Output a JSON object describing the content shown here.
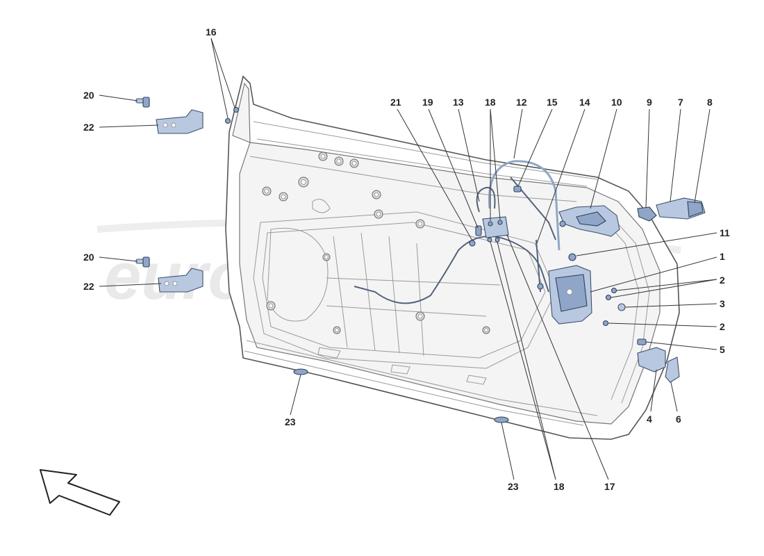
{
  "callouts": [
    {
      "id": "c16",
      "label": "16"
    },
    {
      "id": "c20a",
      "label": "20"
    },
    {
      "id": "c22a",
      "label": "22"
    },
    {
      "id": "c20b",
      "label": "20"
    },
    {
      "id": "c22b",
      "label": "22"
    },
    {
      "id": "c21",
      "label": "21"
    },
    {
      "id": "c19",
      "label": "19"
    },
    {
      "id": "c13",
      "label": "13"
    },
    {
      "id": "c18a",
      "label": "18"
    },
    {
      "id": "c12",
      "label": "12"
    },
    {
      "id": "c15",
      "label": "15"
    },
    {
      "id": "c14",
      "label": "14"
    },
    {
      "id": "c10",
      "label": "10"
    },
    {
      "id": "c9",
      "label": "9"
    },
    {
      "id": "c7",
      "label": "7"
    },
    {
      "id": "c8",
      "label": "8"
    },
    {
      "id": "c11",
      "label": "11"
    },
    {
      "id": "c1",
      "label": "1"
    },
    {
      "id": "c2a",
      "label": "2"
    },
    {
      "id": "c3",
      "label": "3"
    },
    {
      "id": "c2b",
      "label": "2"
    },
    {
      "id": "c5",
      "label": "5"
    },
    {
      "id": "c4",
      "label": "4"
    },
    {
      "id": "c6",
      "label": "6"
    },
    {
      "id": "c23a",
      "label": "23"
    },
    {
      "id": "c23b",
      "label": "23"
    },
    {
      "id": "c18b",
      "label": "18"
    },
    {
      "id": "c17",
      "label": "17"
    }
  ],
  "watermark": "eurospares",
  "colors": {
    "part_fill": "#b7c8e0",
    "part_stroke": "#3d4f6a",
    "line": "#333333"
  },
  "icons": {
    "direction": "arrow-icon"
  }
}
